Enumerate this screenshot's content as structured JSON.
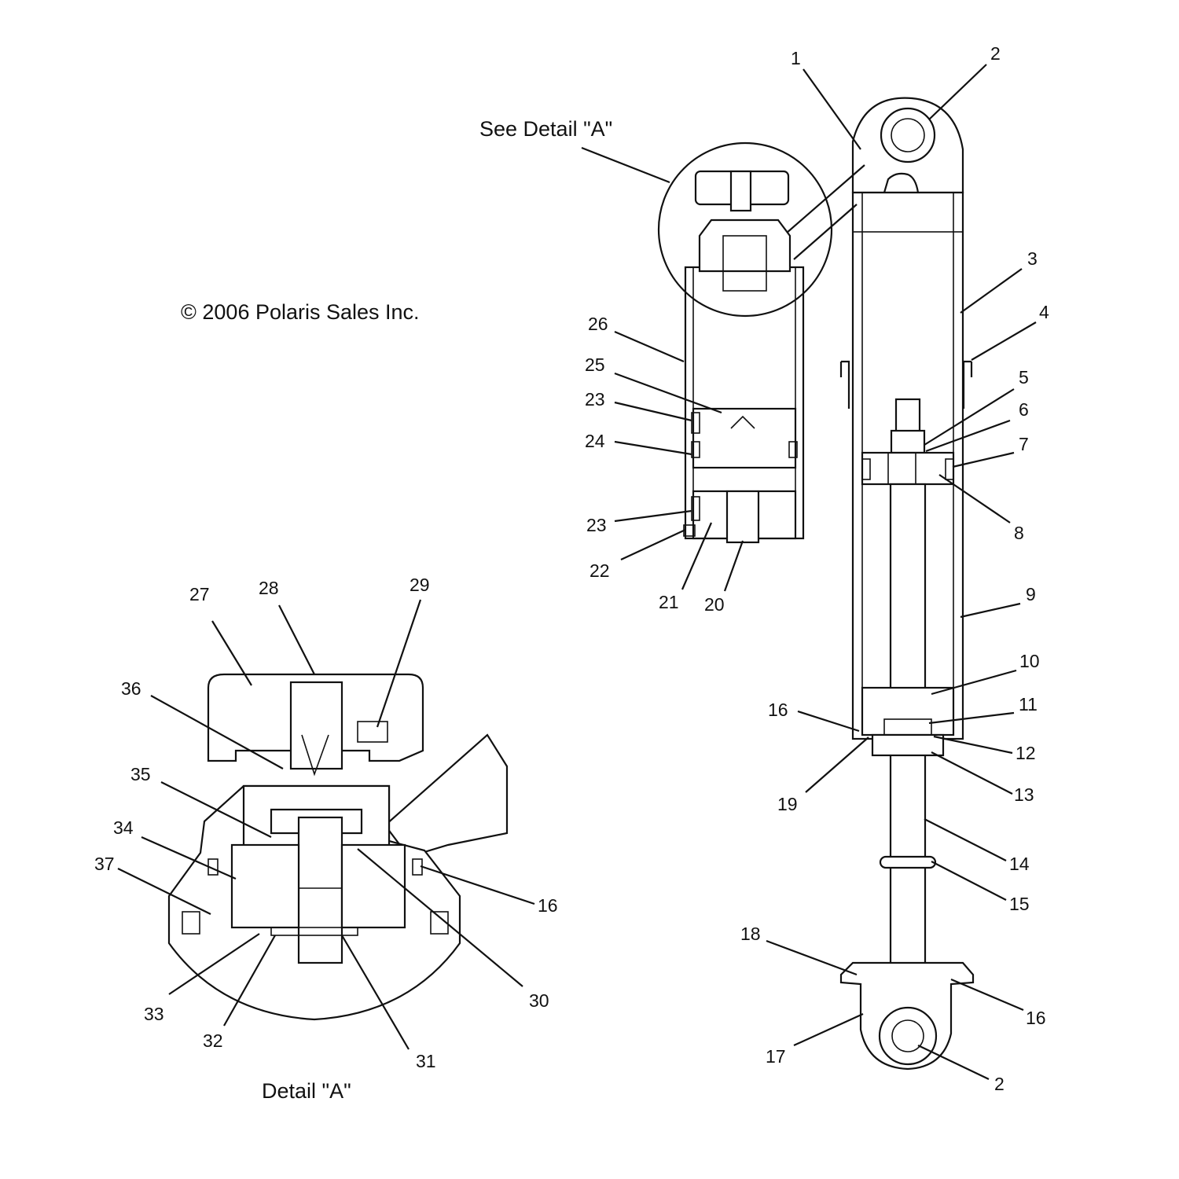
{
  "copyright": "© 2006 Polaris Sales Inc.",
  "see_detail": "See Detail \"A\"",
  "detail_title": "Detail \"A\"",
  "callouts": [
    {
      "id": "c1",
      "label": "1"
    },
    {
      "id": "c2a",
      "label": "2"
    },
    {
      "id": "c2b",
      "label": "2"
    },
    {
      "id": "c3",
      "label": "3"
    },
    {
      "id": "c4",
      "label": "4"
    },
    {
      "id": "c5",
      "label": "5"
    },
    {
      "id": "c6",
      "label": "6"
    },
    {
      "id": "c7",
      "label": "7"
    },
    {
      "id": "c8",
      "label": "8"
    },
    {
      "id": "c9",
      "label": "9"
    },
    {
      "id": "c10",
      "label": "10"
    },
    {
      "id": "c11",
      "label": "11"
    },
    {
      "id": "c12",
      "label": "12"
    },
    {
      "id": "c13",
      "label": "13"
    },
    {
      "id": "c14",
      "label": "14"
    },
    {
      "id": "c15",
      "label": "15"
    },
    {
      "id": "c16a",
      "label": "16"
    },
    {
      "id": "c16b",
      "label": "16"
    },
    {
      "id": "c16c",
      "label": "16"
    },
    {
      "id": "c17",
      "label": "17"
    },
    {
      "id": "c18",
      "label": "18"
    },
    {
      "id": "c19",
      "label": "19"
    },
    {
      "id": "c20",
      "label": "20"
    },
    {
      "id": "c21",
      "label": "21"
    },
    {
      "id": "c22",
      "label": "22"
    },
    {
      "id": "c23a",
      "label": "23"
    },
    {
      "id": "c23b",
      "label": "23"
    },
    {
      "id": "c24",
      "label": "24"
    },
    {
      "id": "c25",
      "label": "25"
    },
    {
      "id": "c26",
      "label": "26"
    },
    {
      "id": "c27",
      "label": "27"
    },
    {
      "id": "c28",
      "label": "28"
    },
    {
      "id": "c29",
      "label": "29"
    },
    {
      "id": "c30",
      "label": "30"
    },
    {
      "id": "c31",
      "label": "31"
    },
    {
      "id": "c32",
      "label": "32"
    },
    {
      "id": "c33",
      "label": "33"
    },
    {
      "id": "c34",
      "label": "34"
    },
    {
      "id": "c35",
      "label": "35"
    },
    {
      "id": "c36",
      "label": "36"
    },
    {
      "id": "c37",
      "label": "37"
    }
  ]
}
